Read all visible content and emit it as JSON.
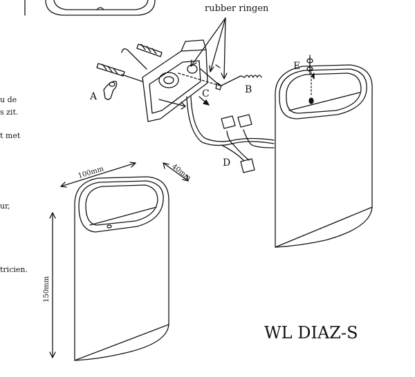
{
  "labels": {
    "rubber_rings": "rubber ringen",
    "A": "A",
    "B": "B",
    "C": "C",
    "D": "D",
    "E": "E",
    "model": "WL DIAZ-S"
  },
  "dimensions": {
    "width": "100mm",
    "depth": "40mm",
    "height": "150mm"
  },
  "side_text": {
    "line1": "u de",
    "line2": "s zit.",
    "line3": "t met",
    "line4": "ur,",
    "line5": "tricien."
  },
  "colors": {
    "stroke": "#111111",
    "background": "#ffffff"
  }
}
